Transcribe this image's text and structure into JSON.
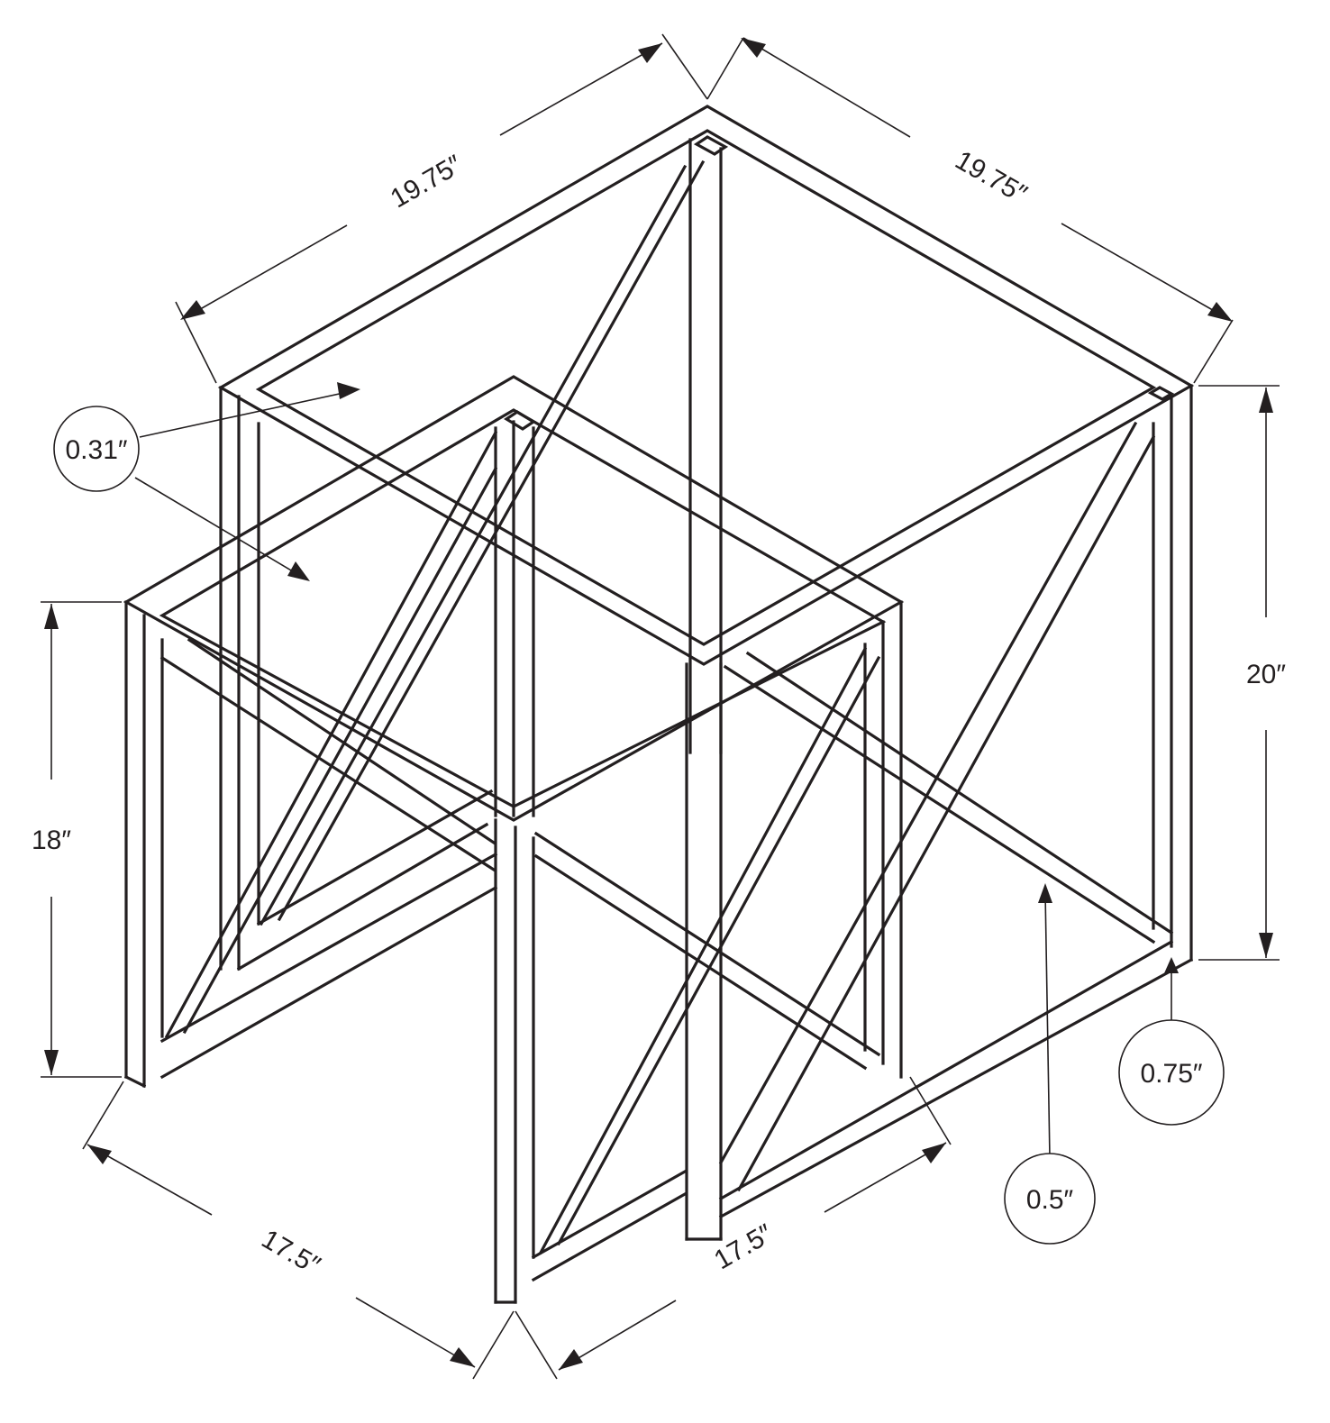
{
  "diagram": {
    "line_color": "#231f20",
    "background": "#ffffff",
    "large_table": {
      "width_left": "19.75″",
      "width_right": "19.75″",
      "height": "20″"
    },
    "small_table": {
      "width_left": "17.5″",
      "width_right": "17.5″",
      "height": "18″"
    },
    "callouts": {
      "top_thickness": "0.31″",
      "leg_size": "0.75″",
      "brace_size": "0.5″"
    }
  }
}
